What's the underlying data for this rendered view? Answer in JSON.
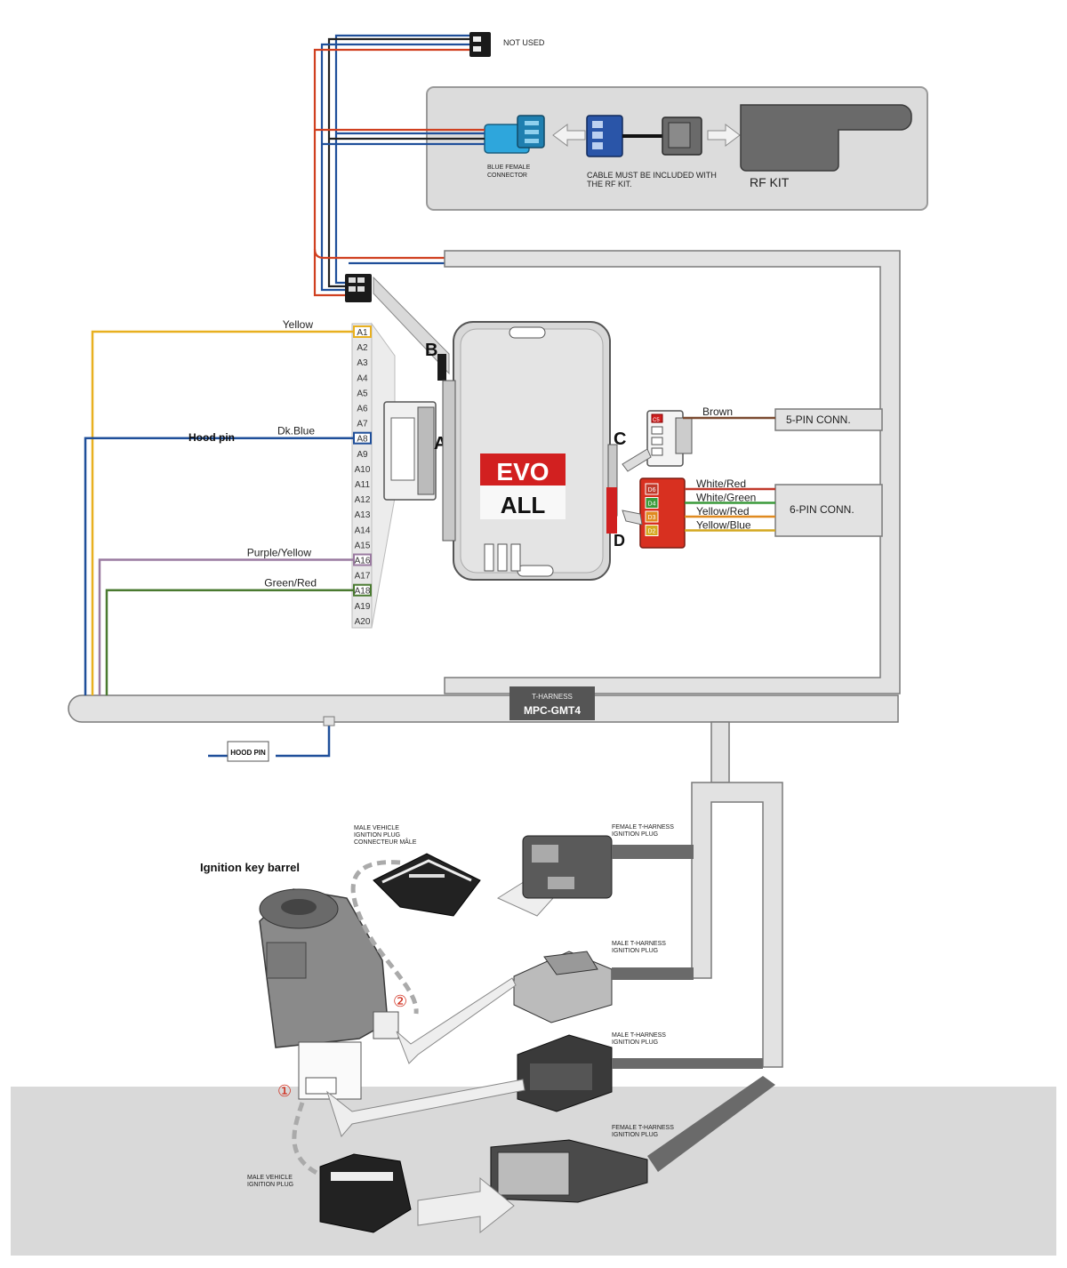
{
  "labels": {
    "not_used": "NOT USED",
    "blue_female_connector": [
      "BLUE FEMALE",
      "CONNECTOR"
    ],
    "cable_note": [
      "CABLE MUST BE INCLUDED WITH",
      "THE RF KIT."
    ],
    "rf_kit": "RF KIT",
    "port_a": "A",
    "port_b": "B",
    "port_c": "C",
    "port_d": "D",
    "evo": "EVO",
    "all": "ALL",
    "five_pin": "5-PIN CONN.",
    "six_pin": "6-PIN CONN.",
    "hood_pin_title": "Hood pin",
    "hood_pin_box": "HOOD PIN",
    "t_harness": "T-HARNESS",
    "mpc": "MPC-GMT4",
    "ignition_barrel": "Ignition key barrel",
    "male_vehicle_top": [
      "MALE VEHICLE",
      "IGNITION PLUG",
      "CONNECTEUR MÂLE"
    ],
    "female_t_top": [
      "FEMALE T-HARNESS",
      "IGNITION PLUG"
    ],
    "male_t_1": [
      "MALE T-HARNESS",
      "IGNITION PLUG"
    ],
    "male_t_2": [
      "MALE T-HARNESS",
      "IGNITION PLUG"
    ],
    "female_t_bottom": [
      "FEMALE T-HARNESS",
      "IGNITION PLUG"
    ],
    "male_vehicle_bottom": [
      "MALE VEHICLE",
      "IGNITION PLUG"
    ],
    "marker_1": "①",
    "marker_2": "②"
  },
  "pins_a": [
    "A1",
    "A2",
    "A3",
    "A4",
    "A5",
    "A6",
    "A7",
    "A8",
    "A9",
    "A10",
    "A11",
    "A12",
    "A13",
    "A14",
    "A15",
    "A16",
    "A17",
    "A18",
    "A19",
    "A20"
  ],
  "wires_a": [
    {
      "pin": "A1",
      "label": "Yellow",
      "color": "#e8b020"
    },
    {
      "pin": "A8",
      "label": "Dk.Blue",
      "color": "#1f4f9a"
    },
    {
      "pin": "A16",
      "label": "Purple/Yellow",
      "color": "#9a7aa0"
    },
    {
      "pin": "A18",
      "label": "Green/Red",
      "color": "#4a7a30"
    }
  ],
  "conn_c": {
    "pin": "C5",
    "wire": "Brown",
    "color": "#7a4a30"
  },
  "conn_d": [
    {
      "pin": "D6",
      "wire": "White/Red",
      "color": "#c0392b"
    },
    {
      "pin": "D4",
      "wire": "White/Green",
      "color": "#3a9a3a"
    },
    {
      "pin": "D3",
      "wire": "Yellow/Red",
      "color": "#e08a20"
    },
    {
      "pin": "D2",
      "wire": "Yellow/Blue",
      "color": "#d4a820"
    }
  ]
}
